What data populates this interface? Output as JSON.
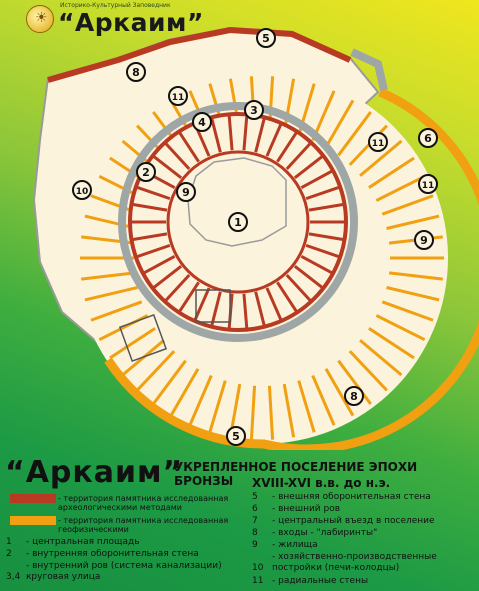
{
  "header": {
    "subtitle": "Историко-Культурный Заповедник",
    "title": "“Аркаим”"
  },
  "markers": [
    {
      "label": "5",
      "pos": "top"
    },
    {
      "label": "8",
      "pos": "top-left"
    },
    {
      "label": "11",
      "pos": "upper-left"
    },
    {
      "label": "4",
      "pos": "inner-upper"
    },
    {
      "label": "3",
      "pos": "inner-upper-right"
    },
    {
      "label": "2",
      "pos": "inner-left"
    },
    {
      "label": "9",
      "pos": "inner"
    },
    {
      "label": "1",
      "pos": "center"
    },
    {
      "label": "10",
      "pos": "left"
    },
    {
      "label": "11",
      "pos": "right"
    },
    {
      "label": "6",
      "pos": "far-right"
    },
    {
      "label": "11",
      "pos": "far-right-lower"
    },
    {
      "label": "9",
      "pos": "right-middle"
    },
    {
      "label": "8",
      "pos": "bottom-right"
    },
    {
      "label": "5",
      "pos": "bottom"
    }
  ],
  "legend": {
    "title": "“Аркаим”",
    "heading_line1": "УКРЕПЛЕННОЕ ПОСЕЛЕНИЕ ЭПОХИ БРОНЗЫ",
    "heading_line2": "XVIII-XVI в.в. до н.э.",
    "swatch_red_text": "- территория памятника исследованная археологическими методами",
    "swatch_orange_text": "- территория памятника исследованная геофизическими",
    "colors": {
      "archaeological": "#b83a22",
      "geophysical": "#f0a010"
    },
    "left_items": [
      {
        "num": "1",
        "text": "- центральная площадь"
      },
      {
        "num": "2",
        "text": "- внутренняя оборонительная стена"
      },
      {
        "num": "3,4",
        "text": "- внутренний ров (система канализации) кругoвая улица"
      }
    ],
    "right_items": [
      {
        "num": "5",
        "text": "- внешняя оборонительная стена"
      },
      {
        "num": "6",
        "text": "- внешний ров"
      },
      {
        "num": "7",
        "text": "- центральный въезд в поселение"
      },
      {
        "num": "8",
        "text": "- входы - \"лабиринты\""
      },
      {
        "num": "9",
        "text": "- жилища"
      },
      {
        "num": "10",
        "text": "- хозяйственно-производственные постройки (печи-колодцы)"
      },
      {
        "num": "11",
        "text": "- радиальные стены"
      }
    ]
  }
}
